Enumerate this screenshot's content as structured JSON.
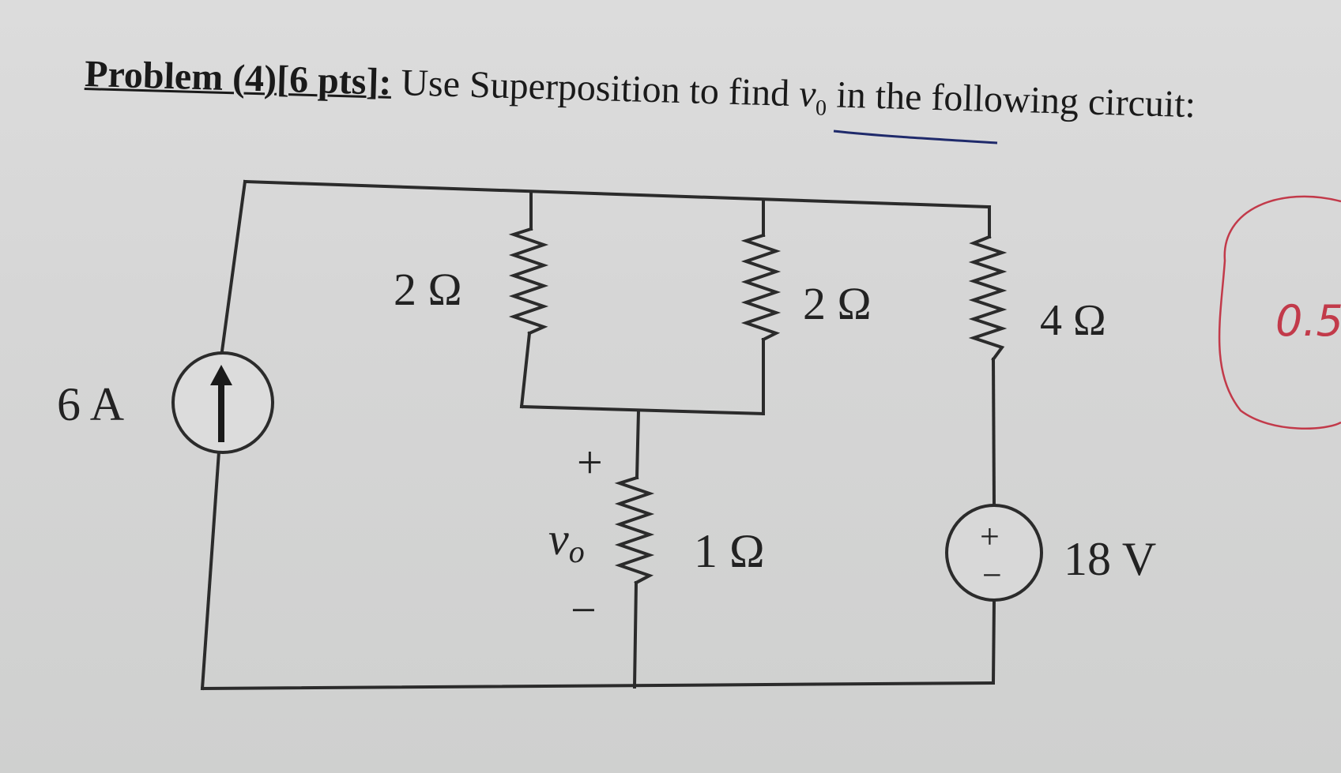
{
  "problem": {
    "label": "Problem (4)[6 pts]:",
    "text_before": " Use Superposition to find ",
    "variable": "v",
    "variable_subscript": "0",
    "text_after": " in the following circuit:"
  },
  "circuit": {
    "current_source": "6 A",
    "resistor_left": "2 Ω",
    "resistor_middle": "2 Ω",
    "resistor_right": "4 Ω",
    "resistor_bottom": "1 Ω",
    "voltage_source": "18 V",
    "vo_label": "v",
    "vo_subscript": "o",
    "vo_plus": "+",
    "vo_minus": "−",
    "source_plus": "+",
    "source_minus": "−"
  },
  "annotation": {
    "note": "0.5",
    "ink_color": "#c23a4a",
    "underline_color": "#1f2a6b"
  }
}
